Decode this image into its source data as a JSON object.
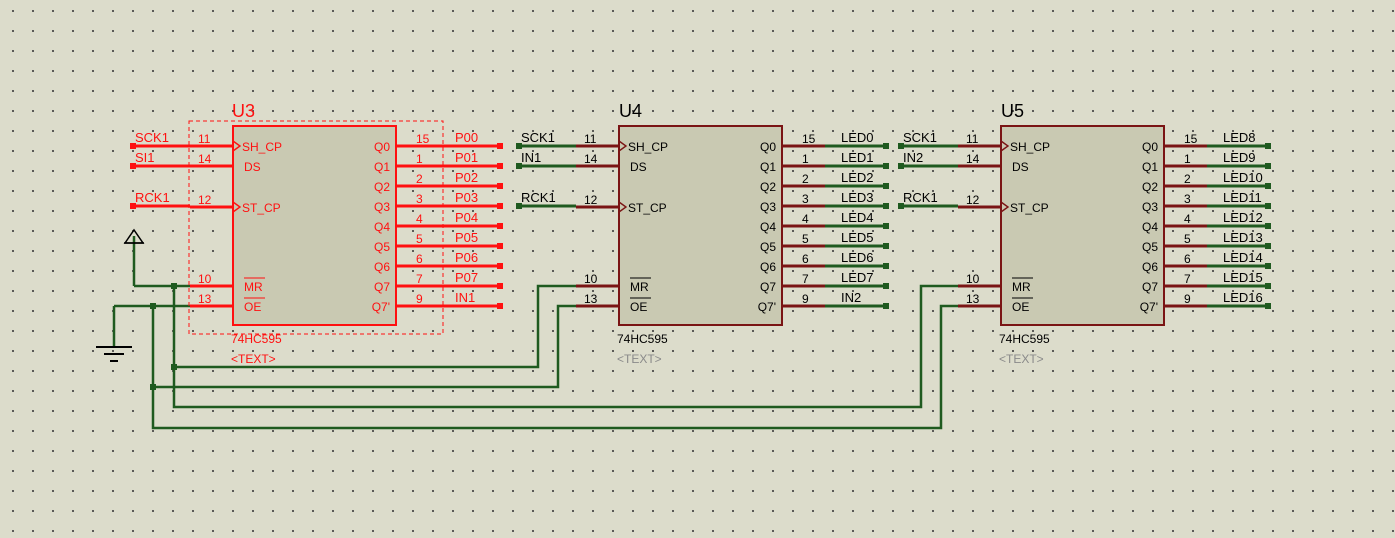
{
  "colors": {
    "selected": "#ff1010",
    "wire": "#1f5a1f",
    "body_fill": "#c9c9b2",
    "body_stroke": "#7a1414",
    "pin": "#7a1414",
    "text": "#000000",
    "placeholder": "#8a8a8a"
  },
  "chips": [
    {
      "id": "u3",
      "ref": "U3",
      "part": "74HC595",
      "text": "<TEXT>",
      "selected": true,
      "left_pins": [
        {
          "num": "11",
          "name": "SH_CP",
          "clock": true
        },
        {
          "num": "14",
          "name": "DS",
          "clock": false
        },
        {
          "num": "12",
          "name": "ST_CP",
          "clock": true
        },
        {
          "num": "10",
          "name": "MR",
          "overbar": true
        },
        {
          "num": "13",
          "name": "OE",
          "overbar": true
        }
      ],
      "right_pins": [
        {
          "num": "15",
          "name": "Q0"
        },
        {
          "num": "1",
          "name": "Q1"
        },
        {
          "num": "2",
          "name": "Q2"
        },
        {
          "num": "3",
          "name": "Q3"
        },
        {
          "num": "4",
          "name": "Q4"
        },
        {
          "num": "5",
          "name": "Q5"
        },
        {
          "num": "6",
          "name": "Q6"
        },
        {
          "num": "7",
          "name": "Q7"
        },
        {
          "num": "9",
          "name": "Q7'"
        }
      ],
      "input_nets": [
        "SCK1",
        "SI1",
        "RCK1"
      ],
      "output_nets": [
        "P00",
        "P01",
        "P02",
        "P03",
        "P04",
        "P05",
        "P06",
        "P07",
        "IN1"
      ]
    },
    {
      "id": "u4",
      "ref": "U4",
      "part": "74HC595",
      "text": "<TEXT>",
      "selected": false,
      "left_pins": [
        {
          "num": "11",
          "name": "SH_CP",
          "clock": true
        },
        {
          "num": "14",
          "name": "DS",
          "clock": false
        },
        {
          "num": "12",
          "name": "ST_CP",
          "clock": true
        },
        {
          "num": "10",
          "name": "MR",
          "overbar": true
        },
        {
          "num": "13",
          "name": "OE",
          "overbar": true
        }
      ],
      "right_pins": [
        {
          "num": "15",
          "name": "Q0"
        },
        {
          "num": "1",
          "name": "Q1"
        },
        {
          "num": "2",
          "name": "Q2"
        },
        {
          "num": "3",
          "name": "Q3"
        },
        {
          "num": "4",
          "name": "Q4"
        },
        {
          "num": "5",
          "name": "Q5"
        },
        {
          "num": "6",
          "name": "Q6"
        },
        {
          "num": "7",
          "name": "Q7"
        },
        {
          "num": "9",
          "name": "Q7'"
        }
      ],
      "input_nets": [
        "SCK1",
        "IN1",
        "RCK1"
      ],
      "output_nets": [
        "LED0",
        "LED1",
        "LED2",
        "LED3",
        "LED4",
        "LED5",
        "LED6",
        "LED7",
        "IN2"
      ]
    },
    {
      "id": "u5",
      "ref": "U5",
      "part": "74HC595",
      "text": "<TEXT>",
      "selected": false,
      "left_pins": [
        {
          "num": "11",
          "name": "SH_CP",
          "clock": true
        },
        {
          "num": "14",
          "name": "DS",
          "clock": false
        },
        {
          "num": "12",
          "name": "ST_CP",
          "clock": true
        },
        {
          "num": "10",
          "name": "MR",
          "overbar": true
        },
        {
          "num": "13",
          "name": "OE",
          "overbar": true
        }
      ],
      "right_pins": [
        {
          "num": "15",
          "name": "Q0"
        },
        {
          "num": "1",
          "name": "Q1"
        },
        {
          "num": "2",
          "name": "Q2"
        },
        {
          "num": "3",
          "name": "Q3"
        },
        {
          "num": "4",
          "name": "Q4"
        },
        {
          "num": "5",
          "name": "Q5"
        },
        {
          "num": "6",
          "name": "Q6"
        },
        {
          "num": "7",
          "name": "Q7"
        },
        {
          "num": "9",
          "name": "Q7'"
        }
      ],
      "input_nets": [
        "SCK1",
        "IN2",
        "RCK1"
      ],
      "output_nets": [
        "LED8",
        "LED9",
        "LED10",
        "LED11",
        "LED12",
        "LED13",
        "LED14",
        "LED15",
        "LED16"
      ]
    }
  ]
}
